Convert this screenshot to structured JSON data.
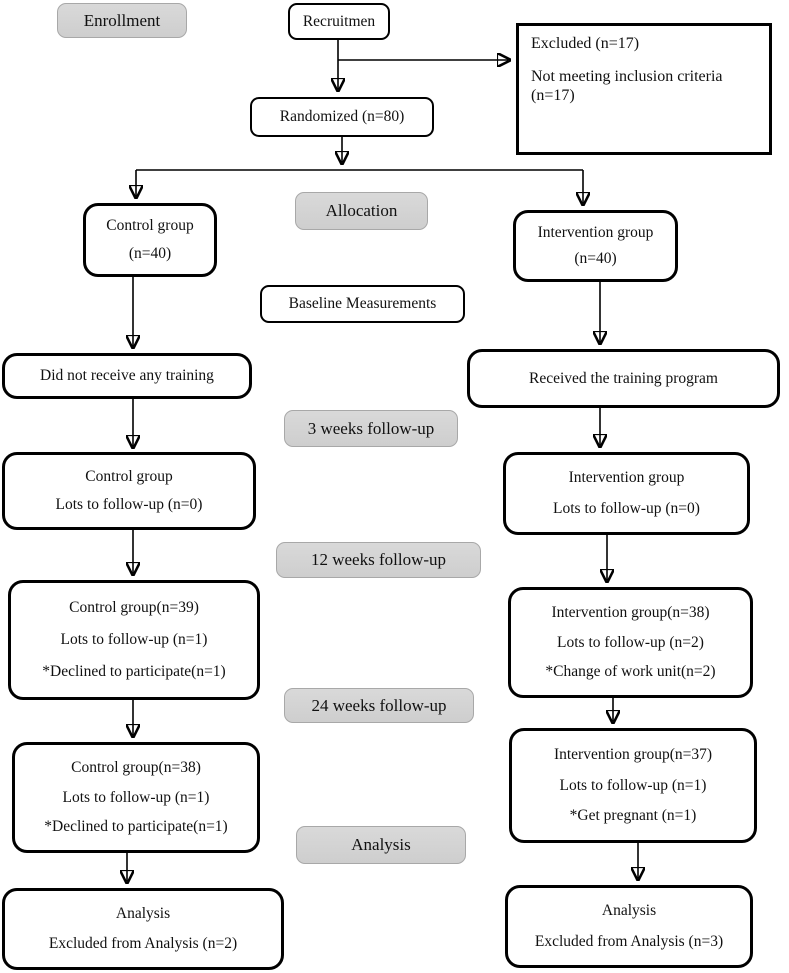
{
  "colors": {
    "stage_label_bg": "#d4d4d4",
    "stage_label_border": "#a8a8a8",
    "node_border": "#000000",
    "background": "#ffffff",
    "text": "#111111"
  },
  "stages": {
    "enrollment": "Enrollment",
    "allocation": "Allocation",
    "baseline": "Baseline Measurements",
    "week3": "3 weeks follow-up",
    "week12": "12 weeks follow-up",
    "week24": "24 weeks follow-up",
    "analysis": "Analysis"
  },
  "nodes": {
    "recruitment": {
      "line1": "Recruitmen"
    },
    "randomized": {
      "line1": "Randomized (n=80)"
    },
    "excluded": {
      "line1": "Excluded (n=17)",
      "line2": "Not meeting inclusion criteria (n=17)"
    },
    "control_alloc": {
      "line1": "Control group",
      "line2": "(n=40)"
    },
    "intervention_alloc": {
      "line1": "Intervention group",
      "line2": "(n=40)"
    },
    "control_baseline": {
      "line1": "Did not receive any training"
    },
    "intervention_baseline": {
      "line1": "Received the training program"
    },
    "control_3w": {
      "line1": "Control group",
      "line2": "Lots to follow-up (n=0)"
    },
    "intervention_3w": {
      "line1": "Intervention group",
      "line2": "Lots to follow-up (n=0)"
    },
    "control_12w": {
      "line1": "Control group(n=39)",
      "line2": "Lots to follow-up (n=1)",
      "line3": "*Declined to participate(n=1)"
    },
    "intervention_12w": {
      "line1": "Intervention group(n=38)",
      "line2": "Lots to follow-up (n=2)",
      "line3": "*Change of work unit(n=2)"
    },
    "control_24w": {
      "line1": "Control group(n=38)",
      "line2": "Lots to follow-up (n=1)",
      "line3": "*Declined to participate(n=1)"
    },
    "intervention_24w": {
      "line1": "Intervention group(n=37)",
      "line2": "Lots to follow-up (n=1)",
      "line3": "*Get pregnant (n=1)"
    },
    "control_analysis": {
      "line1": "Analysis",
      "line2": "Excluded from Analysis (n=2)"
    },
    "intervention_analysis": {
      "line1": "Analysis",
      "line2": "Excluded from Analysis (n=3)"
    }
  }
}
